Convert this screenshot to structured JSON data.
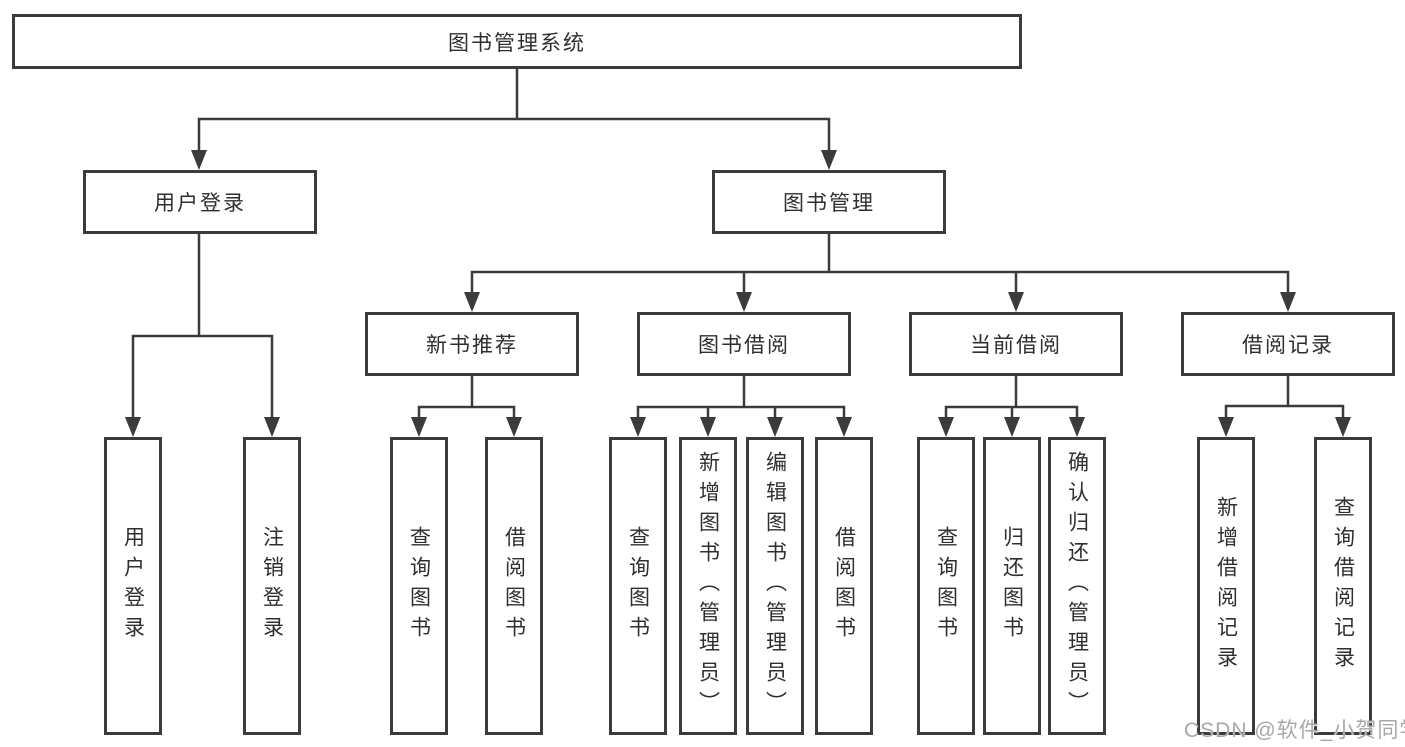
{
  "nodes": {
    "root": {
      "label": "图书管理系统"
    },
    "level2": [
      {
        "label": "用户登录"
      },
      {
        "label": "图书管理"
      }
    ],
    "level3": [
      {
        "label": "新书推荐"
      },
      {
        "label": "图书借阅"
      },
      {
        "label": "当前借阅"
      },
      {
        "label": "借阅记录"
      }
    ],
    "leaves": {
      "user_login": [
        "用户登录",
        "注销登录"
      ],
      "new_book": [
        "查询图书",
        "借阅图书"
      ],
      "book_borrow": [
        "查询图书",
        "新增图书（管理员）",
        "编辑图书（管理员）",
        "借阅图书"
      ],
      "current_borrow": [
        "查询图书",
        "归还图书",
        "确认归还（管理员）"
      ],
      "borrow_records": [
        "新增借阅记录",
        "查询借阅记录"
      ]
    }
  },
  "watermark": "CSDN @软件_小贺同学",
  "colors": {
    "line": "#3b3b3b",
    "box_border": "#3b3b3b",
    "text": "#2f2f2f",
    "watermark": "#a8a8a8",
    "background": "#ffffff"
  }
}
